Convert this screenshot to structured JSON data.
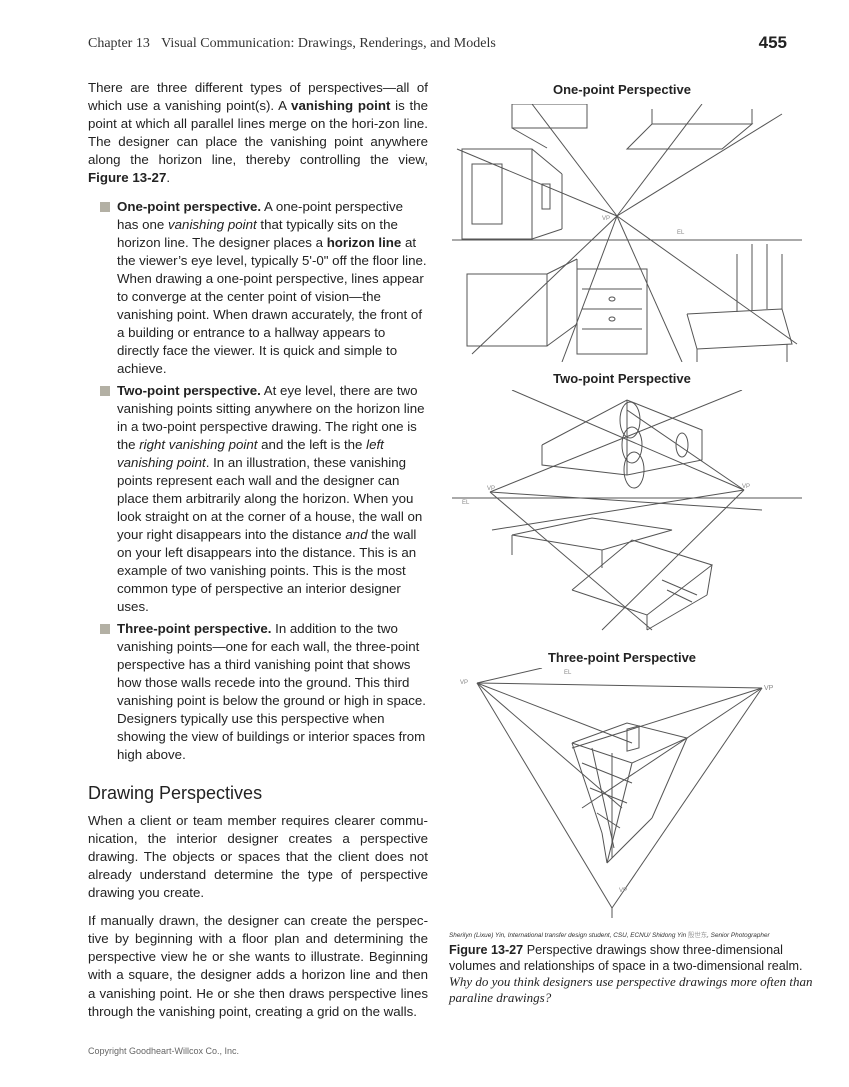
{
  "header": {
    "chapter": "Chapter 13",
    "chapter_title": "Visual Communication: Drawings, Renderings, and Models",
    "page_number": "455"
  },
  "intro": {
    "part1": "There are three different types of perspectives—all of which use a vanishing point(s). A ",
    "term": "vanishing point",
    "part2": " is the point at which all parallel lines merge on the hori-zon line. The designer can place the vanishing point anywhere along the horizon line, thereby controlling the view, ",
    "fig_ref": "Figure 13-27",
    "part3": "."
  },
  "bullets": [
    {
      "title": "One-point perspective.",
      "text_a": " A one-point perspective has one ",
      "ital": "vanishing point",
      "text_b": " that typically sits on the horizon line. The designer places a ",
      "bold2": "horizon line",
      "text_c": " at the viewer’s eye level, typically 5'-0\" off the floor line. When drawing a one-point perspective, lines appear to converge at the center point of vision—the vanishing point. When drawn accurately, the front of a building or entrance to a hallway appears to directly face the viewer. It is quick and simple to achieve."
    },
    {
      "title": "Two-point perspective.",
      "text_a": " At eye level, there are two vanishing points sitting anywhere on the horizon line in a two-point perspective drawing. The right one is the ",
      "ital1": "right vanishing point",
      "text_b": " and the left is the ",
      "ital2": "left vanishing point",
      "text_c": ". In an illustration, these vanishing points represent each wall and the designer can place them arbitrarily along the horizon. When you look straight on at the corner of a house, the wall on your right disappears into the distance ",
      "ital3": "and",
      "text_d": " the wall on your left disappears into the distance. This is an example of two vanishing points. This is the most common type of perspective an interior designer uses."
    },
    {
      "title": "Three-point perspective.",
      "text_a": " In addition to the two vanishing points—one for each wall, the three-point perspective has a third vanishing point that shows how those walls recede into the ground. This third vanishing point is below the ground or high in space. Designers typically use this perspective when showing the view of buildings or interior spaces from high above."
    }
  ],
  "section": {
    "heading": "Drawing Perspectives",
    "para1": "When a client or team member requires clearer commu-nication, the interior designer creates a perspective drawing. The objects or spaces that the client does not already understand determine the type of perspective drawing you create.",
    "para2": "If manually drawn, the designer can create the perspec-tive by beginning with a floor plan and determining the perspective view he or she wants to illustrate. Beginning with a square, the designer adds a horizon line and then a vanishing point. He or she then draws perspective lines through the vanishing point, creating a grid on the walls."
  },
  "figure": {
    "titles": [
      "One-point Perspective",
      "Two-point Perspective",
      "Three-point Perspective"
    ],
    "sketch_labels": {
      "vp": "VP",
      "el": "EL"
    },
    "credit_a": "Sherilyn (Lixue) Yin, International transfer design student, CSU, ECNU/ Shidong Yin ",
    "credit_logo": "殷世东",
    "credit_b": ", Senior Photographer",
    "label": "Figure 13-27",
    "caption": " Perspective drawings show three-dimensional volumes and relationships of space in a two-dimensional realm. ",
    "question": "Why do you think designers use perspective drawings more often than paraline drawings?"
  },
  "footer": {
    "copyright": "Copyright Goodheart-Willcox Co., Inc."
  }
}
